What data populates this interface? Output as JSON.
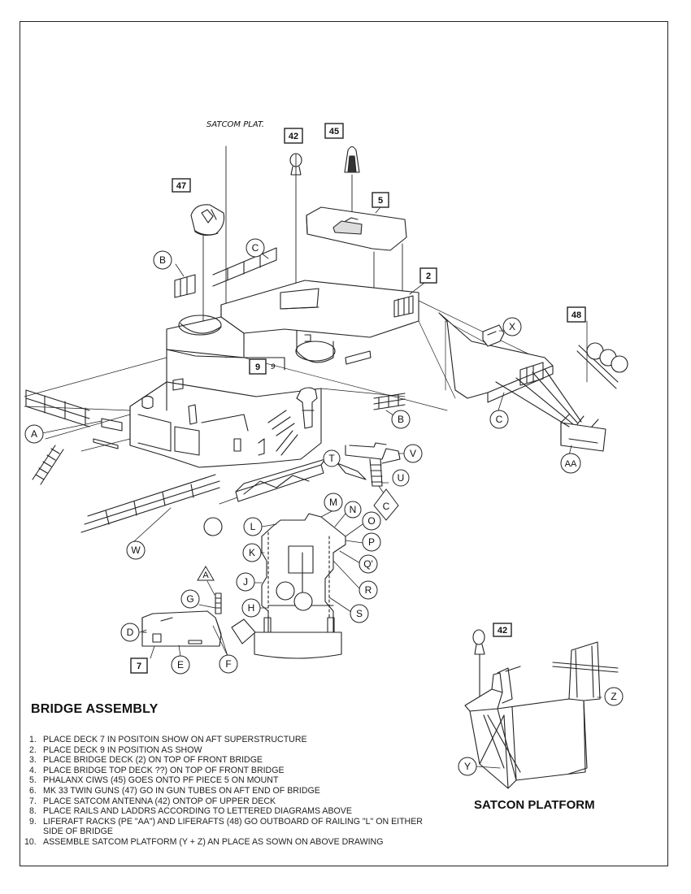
{
  "annotation": "SATCOM PLAT.",
  "callouts": {
    "A": "A",
    "AA": "AA",
    "B": "B",
    "C": "C",
    "D": "D",
    "E": "E",
    "F": "F",
    "G": "G",
    "H": "H",
    "J": "J",
    "K": "K",
    "L": "L",
    "M": "M",
    "N": "N",
    "O": "O",
    "P": "P",
    "Q": "Q'",
    "R": "R",
    "S": "S",
    "T": "T",
    "U": "U",
    "V": "V",
    "W": "W",
    "X": "X",
    "Y": "Y",
    "Z": "Z"
  },
  "parts": {
    "p2": "2",
    "p5": "5",
    "p7": "7",
    "p9": "9",
    "p9b": "9",
    "p42": "42",
    "p42b": "42",
    "p45": "45",
    "p47": "47",
    "p48": "48"
  },
  "bridge_assembly": {
    "title": "BRIDGE ASSEMBLY",
    "steps": [
      {
        "num": "1.",
        "text": "PLACE DECK 7 IN POSITOIN SHOW ON AFT SUPERSTRUCTURE"
      },
      {
        "num": "2.",
        "text": "PLACE DECK 9 IN POSITION AS SHOW"
      },
      {
        "num": "3.",
        "text": "PLACE BRIDGE DECK (2) ON TOP OF FRONT BRIDGE"
      },
      {
        "num": "4.",
        "text": "PLACE BRIDGE TOP DECK ??) ON TOP OF FRONT BRIDGE"
      },
      {
        "num": "5.",
        "text": "PHALANX CIWS (45) GOES ONTO PF PIECE 5 ON MOUNT"
      },
      {
        "num": "6.",
        "text": "MK 33 TWIN GUNS (47) GO IN GUN TUBES ON AFT END OF BRIDGE"
      },
      {
        "num": "7.",
        "text": "PLACE SATCOM ANTENNA (42) ONTOP OF UPPER DECK"
      },
      {
        "num": "8.",
        "text": "PLACE RAILS AND LADDRS ACCORDING TO LETTERED DIAGRAMS ABOVE"
      },
      {
        "num": "9.",
        "text": "LIFERAFT RACKS (PE \"AA\")  AND LIFERAFTS (48) GO OUTBOARD OF RAILING \"L\" ON EITHER SIDE OF BRIDGE"
      },
      {
        "num": "10.",
        "text": "ASSEMBLE SATCOM PLATFORM (Y + Z) AN PLACE AS SOWN ON ABOVE DRAWING"
      }
    ]
  },
  "satcom_platform": {
    "title": "SATCON PLATFORM"
  }
}
